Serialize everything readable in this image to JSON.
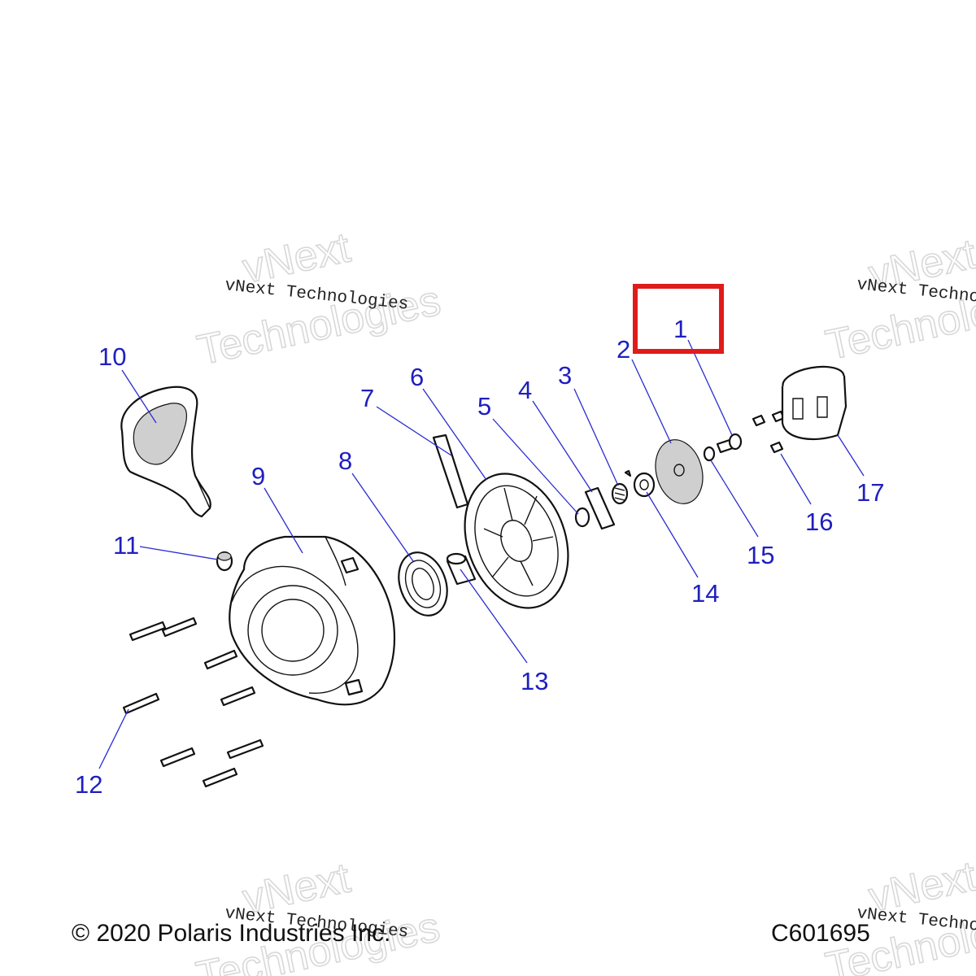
{
  "callouts": [
    {
      "id": "1",
      "label": "1"
    },
    {
      "id": "2",
      "label": "2"
    },
    {
      "id": "3",
      "label": "3"
    },
    {
      "id": "4",
      "label": "4"
    },
    {
      "id": "5",
      "label": "5"
    },
    {
      "id": "6",
      "label": "6"
    },
    {
      "id": "7",
      "label": "7"
    },
    {
      "id": "8",
      "label": "8"
    },
    {
      "id": "9",
      "label": "9"
    },
    {
      "id": "10",
      "label": "10"
    },
    {
      "id": "11",
      "label": "11"
    },
    {
      "id": "12",
      "label": "12"
    },
    {
      "id": "13",
      "label": "13"
    },
    {
      "id": "14",
      "label": "14"
    },
    {
      "id": "15",
      "label": "15"
    },
    {
      "id": "16",
      "label": "16"
    },
    {
      "id": "17",
      "label": "17"
    }
  ],
  "highlighted_callout": "1",
  "watermark": {
    "small": "vNext Technologies",
    "big_line1": "vNext",
    "big_line2": "Technologies"
  },
  "footer": {
    "copyright": "© 2020 Polaris Industries Inc.",
    "diagram_code": "C601695"
  },
  "colors": {
    "callout_text": "#1f1fbf",
    "leader_line": "#2b2bd1",
    "highlight_box": "#e01b1b",
    "line_art": "#111111"
  }
}
